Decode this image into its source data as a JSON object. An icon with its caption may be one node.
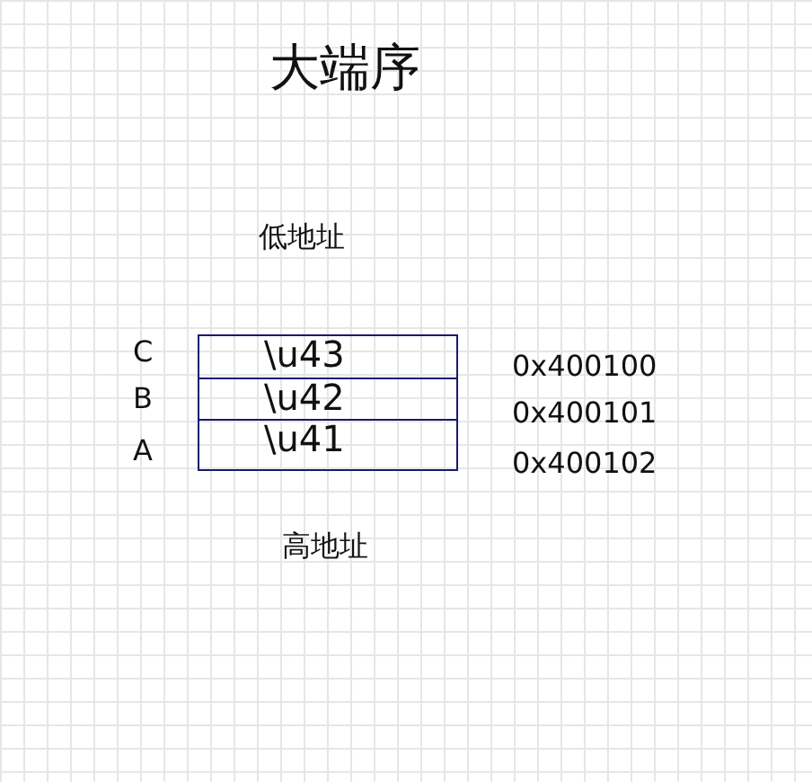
{
  "diagram": {
    "title": "大端序",
    "nodes": [
      {
        "text": [
          "\\u43"
        ],
        "beside": [
          "C",
          "0x400100"
        ]
      },
      {
        "text": [
          "\\u42"
        ],
        "beside": [
          "B",
          "0x400101"
        ]
      },
      {
        "text": [
          "\\u41"
        ],
        "beside": [
          "A",
          "0x400102"
        ]
      }
    ],
    "labels": [
      "低地址",
      "高地址"
    ]
  }
}
